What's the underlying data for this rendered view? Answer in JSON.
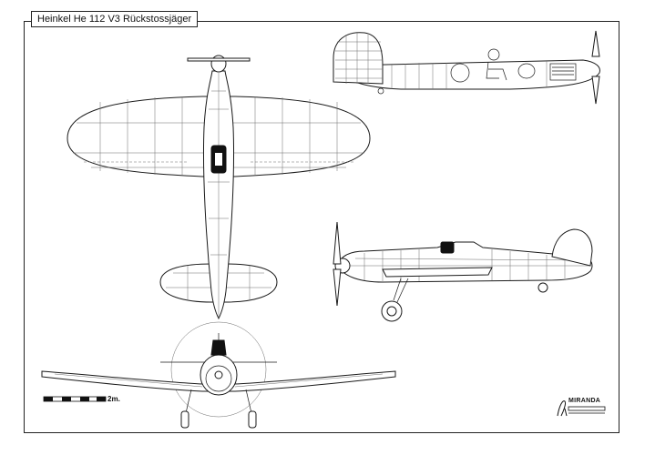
{
  "sheet": {
    "title": "Heinkel He 112 V3 Rückstossjäger",
    "scale_label": "2m.",
    "signature": "MIRANDA"
  },
  "colors": {
    "line": "#1a1a1a",
    "panel": "#6a6a6a",
    "fill": "#ffffff",
    "dark": "#111111"
  },
  "views": [
    "top-view",
    "cutaway-side-view",
    "side-view",
    "front-view"
  ]
}
